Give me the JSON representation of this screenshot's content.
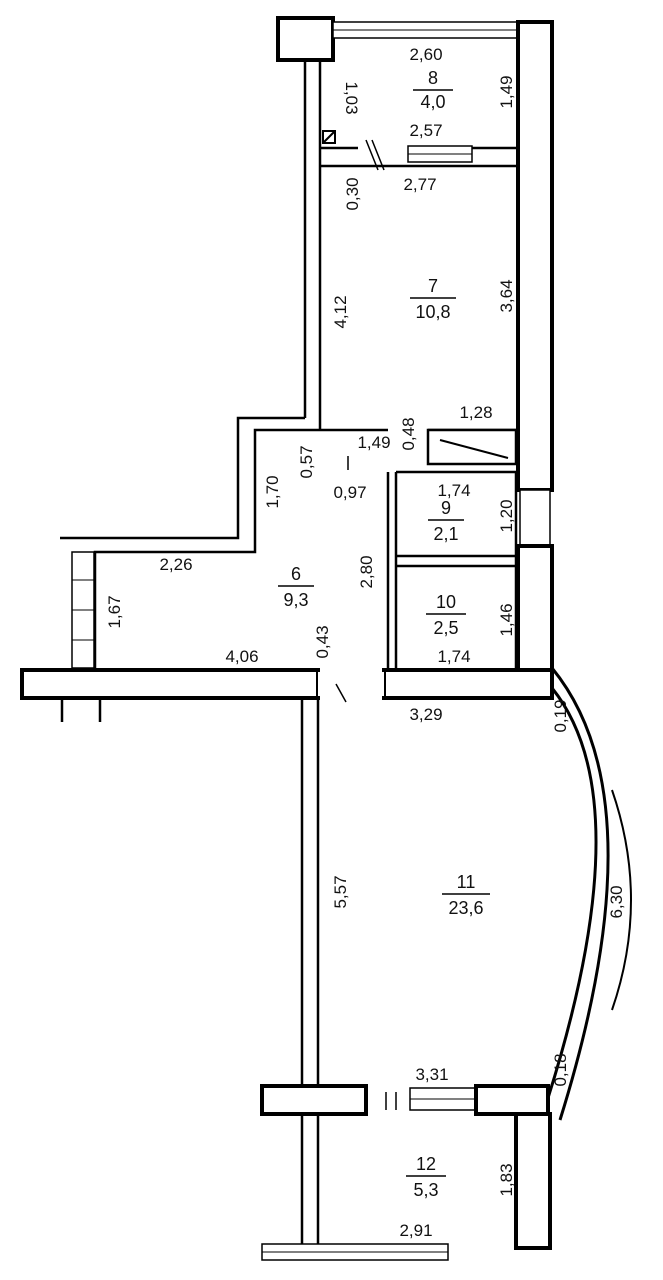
{
  "rooms": [
    {
      "id": "8",
      "area": "4,0"
    },
    {
      "id": "7",
      "area": "10,8"
    },
    {
      "id": "6",
      "area": "9,3"
    },
    {
      "id": "9",
      "area": "2,1"
    },
    {
      "id": "10",
      "area": "2,5"
    },
    {
      "id": "11",
      "area": "23,6"
    },
    {
      "id": "12",
      "area": "5,3"
    }
  ],
  "dimensions": {
    "d260": "2,60",
    "d103": "1,03",
    "d149a": "1,49",
    "d257": "2,57",
    "d030": "0,30",
    "d277": "2,77",
    "d412": "4,12",
    "d364": "3,64",
    "d048": "0,48",
    "d128": "1,28",
    "d057": "0,57",
    "d149b": "1,49",
    "d097": "0,97",
    "d170": "1,70",
    "d174a": "1,74",
    "d120": "1,20",
    "d226": "2,26",
    "d280": "2,80",
    "d167": "1,67",
    "d043": "0,43",
    "d406": "4,06",
    "d146": "1,46",
    "d174b": "1,74",
    "d329": "3,29",
    "d019": "0,19",
    "d557": "5,57",
    "d630": "6,30",
    "d018": "0,18",
    "d331": "3,31",
    "d183": "1,83",
    "d291": "2,91"
  }
}
